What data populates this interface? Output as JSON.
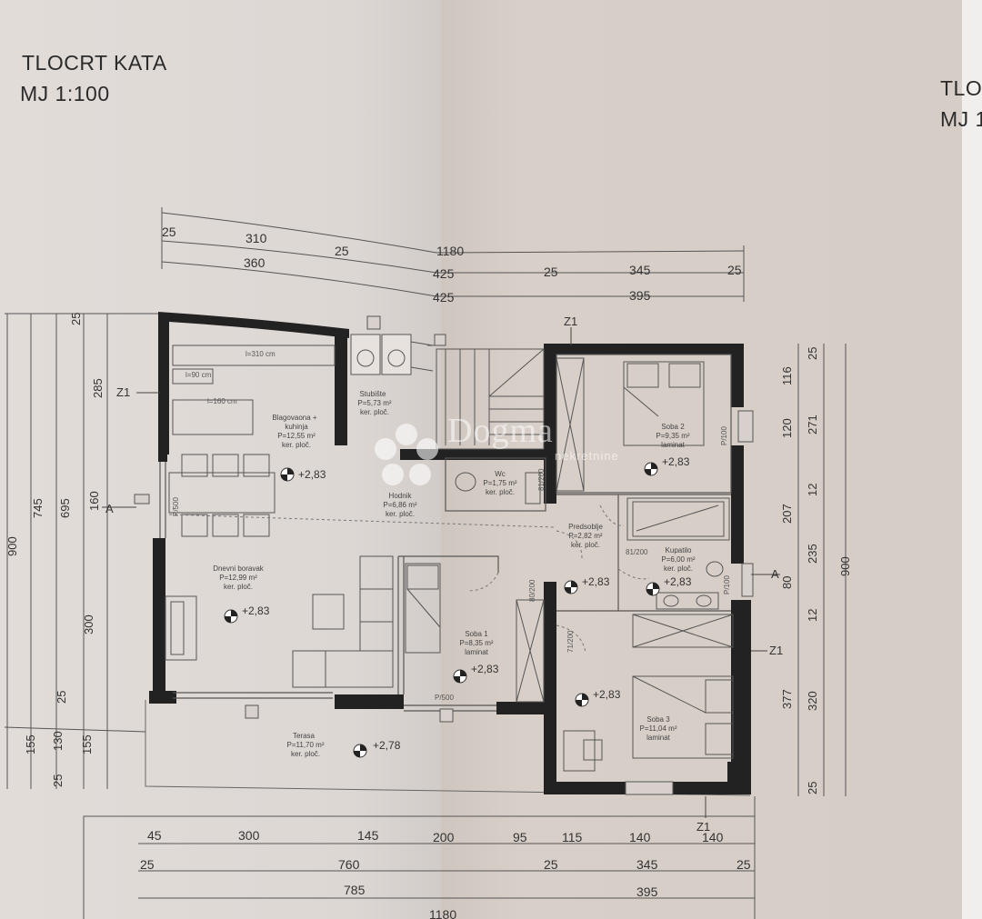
{
  "titles": {
    "main_line1": "TLOCRT KATA",
    "main_line2": "MJ 1:100",
    "partial_line1": "TLO",
    "partial_line2": "MJ 1"
  },
  "watermark": {
    "brand": "Dogma",
    "sub": "nekretnine"
  },
  "dims_top": [
    "25",
    "310",
    "25",
    "1180",
    "360",
    "425",
    "25",
    "345",
    "25",
    "425",
    "395"
  ],
  "dims_bottom": [
    "45",
    "300",
    "145",
    "200",
    "95",
    "115",
    "140",
    "140",
    "25",
    "760",
    "25",
    "345",
    "25",
    "785",
    "395",
    "1180"
  ],
  "dims_left": [
    "25",
    "285",
    "745",
    "695",
    "160",
    "300",
    "25",
    "900",
    "155",
    "130",
    "155",
    "25"
  ],
  "dims_right": [
    "25",
    "116",
    "120",
    "271",
    "12",
    "207",
    "235",
    "80",
    "900",
    "12",
    "377",
    "320",
    "25"
  ],
  "section_marks": [
    "Z1",
    "Z1",
    "Z1",
    "Z1",
    "A",
    "A"
  ],
  "rooms": [
    {
      "name": "Blagovaona +",
      "name2": "kuhinja",
      "area": "P=12,55 m²",
      "floor": "ker. ploč."
    },
    {
      "name": "Stubište",
      "area": "P=5,73 m²",
      "floor": "ker. ploč."
    },
    {
      "name": "Dnevni boravak",
      "area": "P=12,99 m²",
      "floor": "ker. ploč."
    },
    {
      "name": "Hodnik",
      "area": "P=6,86 m²",
      "floor": "ker. ploč."
    },
    {
      "name": "Wc",
      "area": "P=1,75 m²",
      "floor": "ker. ploč."
    },
    {
      "name": "Soba 2",
      "area": "P=9,35 m²",
      "floor": "laminat"
    },
    {
      "name": "Predsoblje",
      "area": "P=2,82 m²",
      "floor": "ker. ploč."
    },
    {
      "name": "Kupatilo",
      "area": "P=6,00 m²",
      "floor": "ker. ploč."
    },
    {
      "name": "Soba 1",
      "area": "P=8,35 m²",
      "floor": "laminat"
    },
    {
      "name": "Soba 3",
      "area": "P=11,04 m²",
      "floor": "laminat"
    },
    {
      "name": "Terasa",
      "area": "P=11,70 m²",
      "floor": "ker. ploč."
    }
  ],
  "levels": [
    "+2,83",
    "+2,83",
    "+2,83",
    "+2,83",
    "+2,83",
    "+2,83",
    "+2,83",
    "+2,78"
  ],
  "furniture_notes": [
    "l=310 cm",
    "l=90 cm",
    "l=160 cm"
  ],
  "opening_notes": [
    "P/500",
    "P/100",
    "P/100",
    "81/200",
    "81/200",
    "71/200",
    "80/200",
    "P/500"
  ]
}
